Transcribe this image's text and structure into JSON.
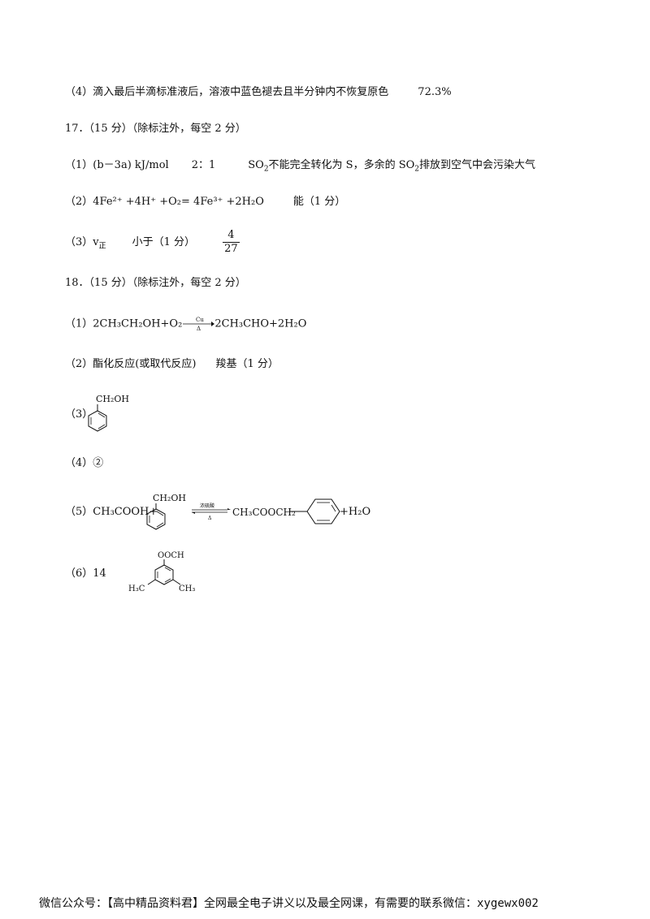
{
  "q16": {
    "part4_label": "（4）",
    "part4_text": "滴入最后半滴标准液后，溶液中蓝色褪去且半分钟内不恢复原色",
    "part4_value": "72.3%"
  },
  "q17": {
    "header": "17．（15 分）（除标注外，每空 2 分）",
    "p1_label": "（1）",
    "p1_a": "(b－3a) kJ/mol",
    "p1_b": "2：1",
    "p1_c_pre": "SO",
    "p1_c_mid": "不能完全转化为 S，多余的 SO",
    "p1_c_post": "排放到空气中会污染大气",
    "p2_label": "（2）",
    "p2_eq": "4Fe²⁺ +4H⁺ +O₂= 4Fe³⁺ +2H₂O",
    "p2_b": "能（1 分）",
    "p3_label": "（3）",
    "p3_a": "v",
    "p3_a_sub": "正",
    "p3_b": "小于（1 分）",
    "p3_num": "4",
    "p3_den": "27"
  },
  "q18": {
    "header": "18．（15 分）（除标注外，每空 2 分）",
    "p1_label": "（1）",
    "p1_left": "2CH₃CH₂OH+O₂",
    "p1_cond_top": "Cu",
    "p1_cond_bottom": "Δ",
    "p1_right": "2CH₃CHO+2H₂O",
    "p2_label": "（2）",
    "p2_a": "酯化反应(或取代反应)",
    "p2_b": "羧基（1 分）",
    "p3_label": "（3）",
    "p3_group": "CH₂OH",
    "p4_label": "（4）",
    "p4_value": "②",
    "p5_label": "（5）",
    "p5_left": "CH₃COOH+",
    "p5_group": "CH₂OH",
    "p5_cond_top": "浓硫酸",
    "p5_cond_bottom": "Δ",
    "p5_product": "CH₃COOCH₂",
    "p5_tail": "+H₂O",
    "p6_label": "（6）",
    "p6_value": "14",
    "p6_top": "OOCH",
    "p6_left": "H₃C",
    "p6_right": "CH₃"
  },
  "footer": {
    "text": "微信公众号：【高中精品资料君】全网最全电子讲义以及最全网课，有需要的联系微信：",
    "wechat_id": "xygewx002"
  }
}
